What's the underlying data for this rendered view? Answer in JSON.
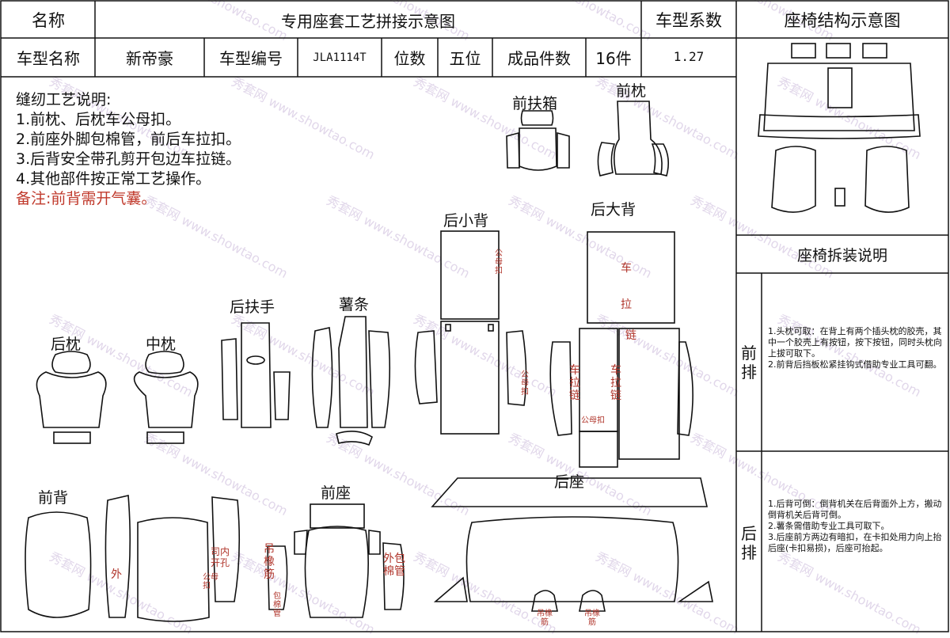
{
  "header": {
    "name_label": "名称",
    "doc_title": "专用座套工艺拼接示意图",
    "coef_label": "车型系数",
    "struct_title": "座椅结构示意图"
  },
  "info_row": {
    "model_name_label": "车型名称",
    "model_name_value": "新帝豪",
    "model_code_label": "车型编号",
    "model_code_value": "JLA1114T",
    "seats_label": "位数",
    "seats_value": "五位",
    "pieces_label": "成品件数",
    "pieces_value": "16件",
    "coef_value": "1.27"
  },
  "instructions": {
    "heading": "缝纫工艺说明:",
    "items": [
      "1.前枕、后枕车公母扣。",
      "2.前座外脚包棉管，前后车拉扣。",
      "3.后背安全带孔剪开包边车拉链。",
      "4.其他部件按正常工艺操作。"
    ],
    "remark": "备注:前背需开气囊。"
  },
  "pieces": {
    "front_armbox": "前扶箱",
    "front_pillow": "前枕",
    "rear_small_back": "后小背",
    "rear_big_back": "后大背",
    "rear_armrest": "后扶手",
    "strip": "薯条",
    "rear_pillow": "后枕",
    "mid_pillow": "中枕",
    "front_back": "前背",
    "front_seat": "前座",
    "rear_seat": "后座"
  },
  "annotations": {
    "male_female_1": "公母扣",
    "che_la": "车拉",
    "chain": "链",
    "che_la_chain_1": "车拉链",
    "che_la_chain_2": "车拉链",
    "male_female_2": "公母扣",
    "male_female_3": "公母扣",
    "outer_1": "外",
    "inner_open_hole": "司内开孔",
    "male_female_4": "公母扣",
    "hang_rubber": "吊橡筋",
    "wrap_cotton": "包棉管",
    "outer_wrap_cotton": "外包棉管",
    "hang_rubber_2": "吊橡筋",
    "hang_rubber_3": "吊橡筋"
  },
  "disassembly": {
    "title": "座椅拆装说明",
    "front_label": "前排",
    "front_text": "1.头枕可取：在背上有两个插头枕的胶壳，其中一个胶壳上有按钮，按下按钮，同时头枕向上拔可取下。\n2.前背后挡板松紧挂钩式借助专业工具可翻。",
    "rear_label": "后排",
    "rear_text": "1.后背可倒：倒背机关在后背面外上方，搬动倒背机关后背可倒。\n2.薯条需借助专业工具可取下。\n3.后座前方两边有暗扣，在卡扣处用力向上抬后座(卡扣易损)，后座可抬起。"
  },
  "watermark": {
    "text": "www.showtao.com",
    "brand": "秀套网"
  }
}
